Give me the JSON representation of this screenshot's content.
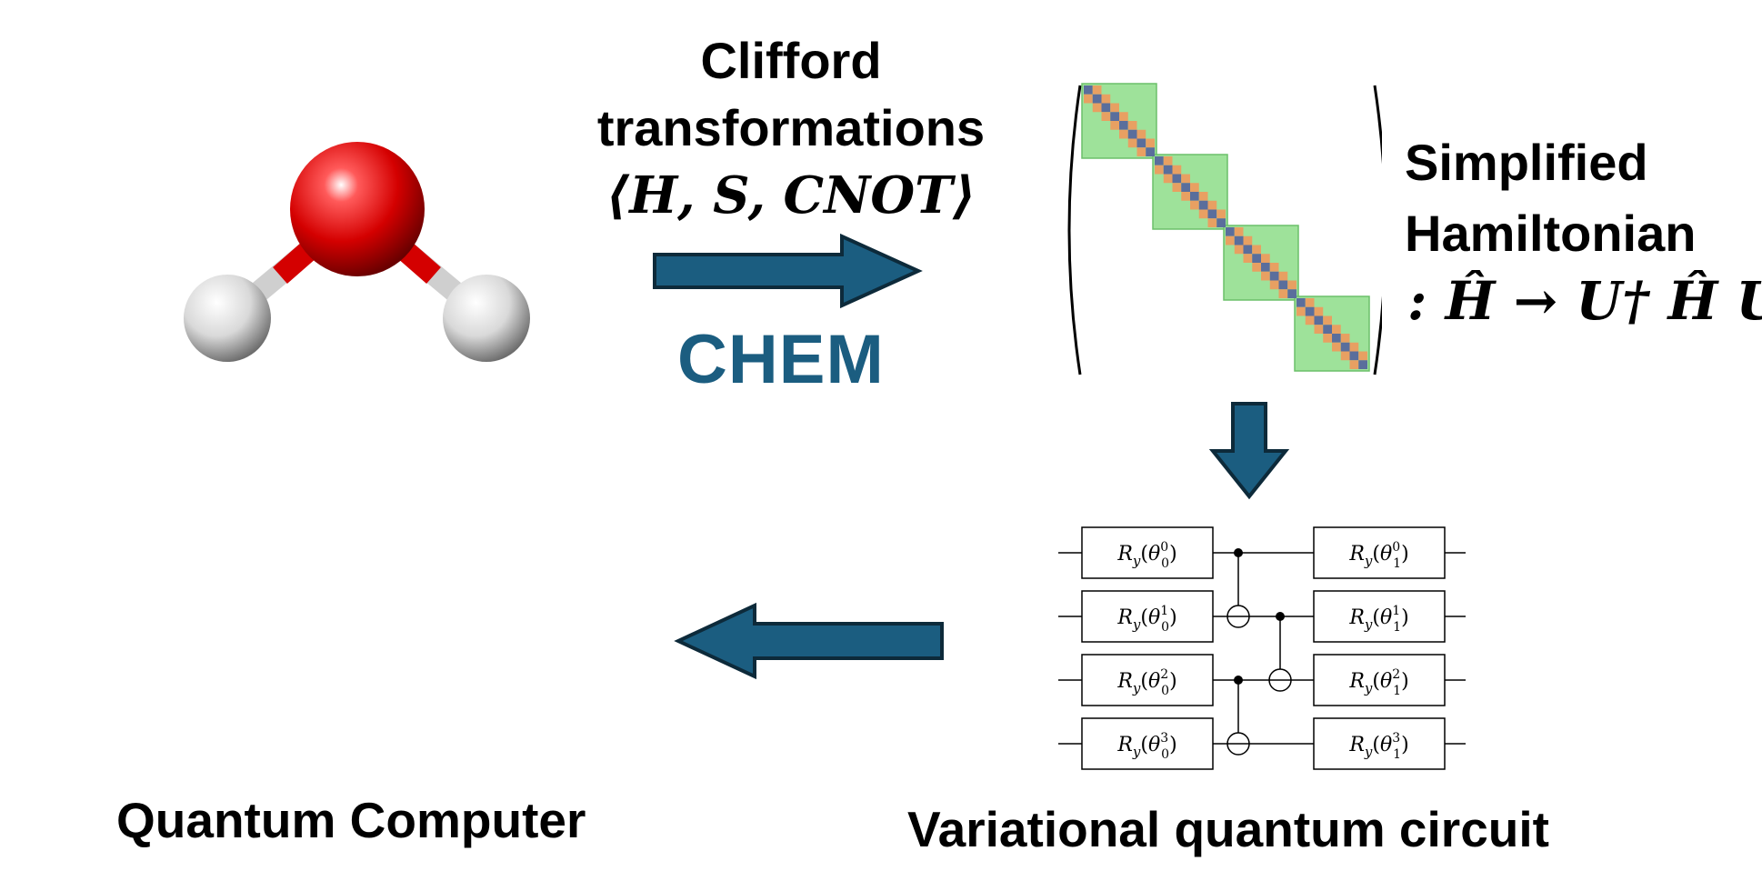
{
  "transform": {
    "line1": "Clifford",
    "line2": "transformations",
    "gates": "⟨H, S, CNOT⟩"
  },
  "method": "CHEM",
  "hamiltonian": {
    "line1": "Simplified",
    "line2": "Hamiltonian",
    "equation": ": Ĥ → U† Ĥ U"
  },
  "labels": {
    "quantum_computer": "Quantum Computer",
    "variational_circuit": "Variational quantum circuit"
  },
  "circuit": {
    "layer0": [
      "R_y(θ_0^0)",
      "R_y(θ_0^1)",
      "R_y(θ_0^2)",
      "R_y(θ_0^3)"
    ],
    "layer1": [
      "R_y(θ_1^0)",
      "R_y(θ_1^1)",
      "R_y(θ_1^2)",
      "R_y(θ_1^3)"
    ]
  },
  "colors": {
    "arrow_fill": "#1b5d80",
    "arrow_outline": "#0d2a3a",
    "oxygen": "#d40000",
    "hydrogen": "#e8e8e8",
    "matrix_block": "#9ee29a",
    "matrix_diagonal": "#5a6e9c",
    "matrix_offdiag": "#e8a062",
    "chem_text": "#1b5d80"
  },
  "molecule": "water-molecule",
  "icons": [
    "right-arrow",
    "down-arrow",
    "left-arrow"
  ]
}
